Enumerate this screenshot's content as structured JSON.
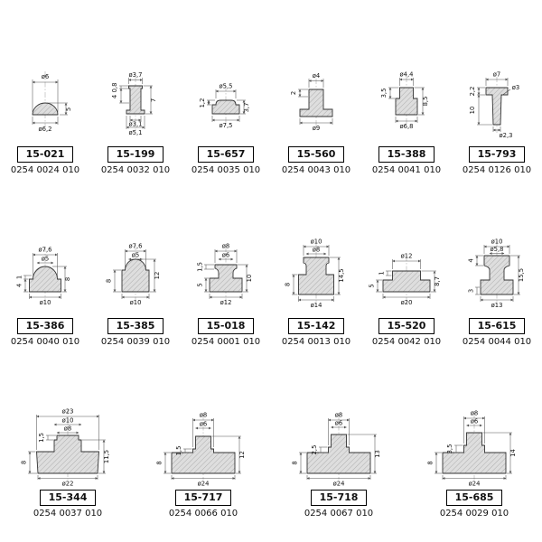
{
  "page": {
    "background": "#ffffff",
    "line_color": "#333333",
    "fill_color": "#d6d6d6"
  },
  "parts": [
    {
      "id": "15-021",
      "order": "0254 0024 010",
      "dims": [
        "ø6",
        "5",
        "ø6,2"
      ]
    },
    {
      "id": "15-199",
      "order": "0254 0032 010",
      "dims": [
        "ø3,7",
        "0,8",
        "4",
        "7",
        "ø3,1",
        "ø5,1"
      ]
    },
    {
      "id": "15-657",
      "order": "0254 0035 010",
      "dims": [
        "ø5,5",
        "1,2",
        "ø7,5",
        "3,7"
      ]
    },
    {
      "id": "15-560",
      "order": "0254 0043 010",
      "dims": [
        "ø4",
        "2",
        "ø9"
      ]
    },
    {
      "id": "15-388",
      "order": "0254 0041 010",
      "dims": [
        "ø4,4",
        "3,5",
        "8,5",
        "ø6,8"
      ]
    },
    {
      "id": "15-793",
      "order": "0254 0126 010",
      "dims": [
        "ø7",
        "ø3",
        "2,2",
        "10",
        "ø2,3"
      ]
    },
    {
      "id": "15-386",
      "order": "0254 0040 010",
      "dims": [
        "ø7,6",
        "ø5",
        "1",
        "4",
        "8",
        "ø10"
      ]
    },
    {
      "id": "15-385",
      "order": "0254 0039 010",
      "dims": [
        "ø7,6",
        "ø5",
        "8",
        "12",
        "ø10"
      ]
    },
    {
      "id": "15-018",
      "order": "0254 0001 010",
      "dims": [
        "ø8",
        "ø6",
        "1,5",
        "5",
        "10",
        "ø12"
      ]
    },
    {
      "id": "15-142",
      "order": "0254 0013 010",
      "dims": [
        "ø10",
        "ø8",
        "8",
        "14,5",
        "ø14"
      ]
    },
    {
      "id": "15-520",
      "order": "0254 0042 010",
      "dims": [
        "ø12",
        "1",
        "5",
        "8,7",
        "ø20"
      ]
    },
    {
      "id": "15-615",
      "order": "0254 0044 010",
      "dims": [
        "ø10",
        "ø5,8",
        "4",
        "3",
        "15,5",
        "ø13"
      ]
    },
    {
      "id": "15-344",
      "order": "0254 0037 010",
      "dims": [
        "ø23",
        "ø10",
        "ø8",
        "1,5",
        "8",
        "11,5",
        "ø22"
      ]
    },
    {
      "id": "15-717",
      "order": "0254 0066 010",
      "dims": [
        "ø8",
        "ø6",
        "1,5",
        "8",
        "12",
        "ø24"
      ]
    },
    {
      "id": "15-718",
      "order": "0254 0067 010",
      "dims": [
        "ø8",
        "ø6",
        "2,5",
        "8",
        "13",
        "ø24"
      ]
    },
    {
      "id": "15-685",
      "order": "0254 0029 010",
      "dims": [
        "ø8",
        "ø6",
        "3,5",
        "8",
        "14",
        "ø24"
      ]
    }
  ]
}
